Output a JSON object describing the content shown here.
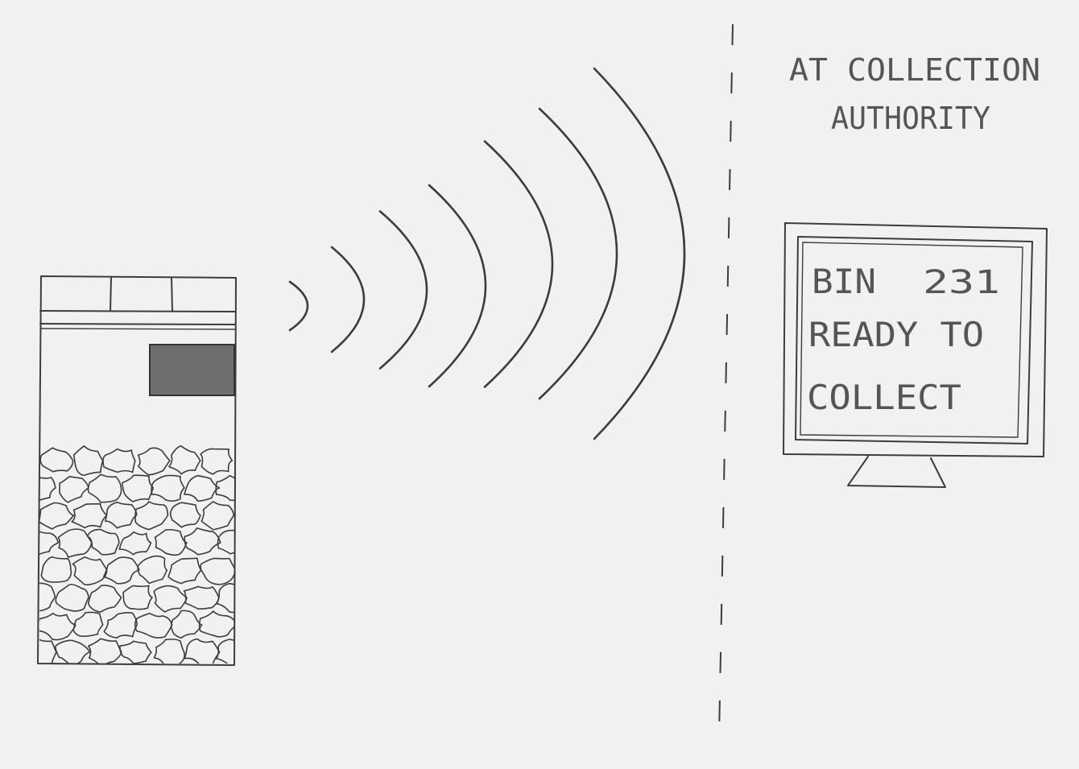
{
  "header": {
    "line1": "AT COLLECTION",
    "line2": "AUTHORITY"
  },
  "monitor": {
    "line1_left": "BIN",
    "line1_right": "231",
    "line2": "READY TO",
    "line3": "COLLECT"
  },
  "colors": {
    "paper": "#f1f1f1",
    "pencil": "#3c3c3c",
    "sensor_fill": "#6e6e6e"
  },
  "icons": {
    "bin": "waste-bin-icon",
    "sensor": "fill-level-sensor-icon",
    "signal": "wireless-signal-icon",
    "monitor": "computer-monitor-icon"
  },
  "signal": {
    "wave_count": 7
  }
}
